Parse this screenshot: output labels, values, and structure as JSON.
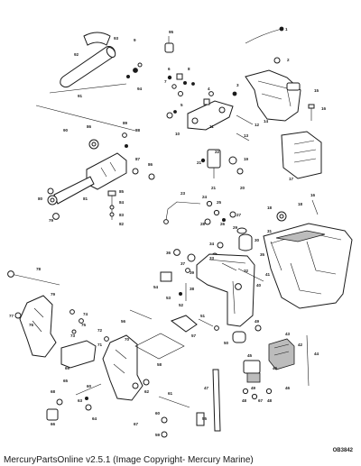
{
  "diagram": {
    "drawing_code": "OB3842",
    "footer": "MercuryPartsOnline v2.5.1 (Image Copyright- Mercury Marine)",
    "callouts": [
      "1",
      "2",
      "3",
      "4",
      "5",
      "6",
      "7",
      "8",
      "9",
      "10",
      "11",
      "12",
      "13",
      "14",
      "15",
      "16",
      "17",
      "18",
      "19",
      "20",
      "21",
      "22",
      "23",
      "24",
      "25",
      "26",
      "27",
      "28",
      "29",
      "30",
      "31",
      "32",
      "33",
      "34",
      "35",
      "36",
      "37",
      "38",
      "39",
      "40",
      "41",
      "42",
      "43",
      "44",
      "45",
      "46",
      "47",
      "48",
      "49",
      "50",
      "51",
      "52",
      "53",
      "54",
      "55",
      "56",
      "57",
      "58",
      "59",
      "60",
      "61",
      "62",
      "63",
      "64",
      "65",
      "66",
      "67",
      "68",
      "69",
      "70",
      "71",
      "72",
      "73",
      "74",
      "75",
      "76",
      "77",
      "78",
      "79",
      "80",
      "81",
      "82",
      "83",
      "84",
      "85",
      "86",
      "87",
      "88",
      "89",
      "90",
      "91",
      "92",
      "93",
      "94",
      "95",
      "96"
    ]
  }
}
